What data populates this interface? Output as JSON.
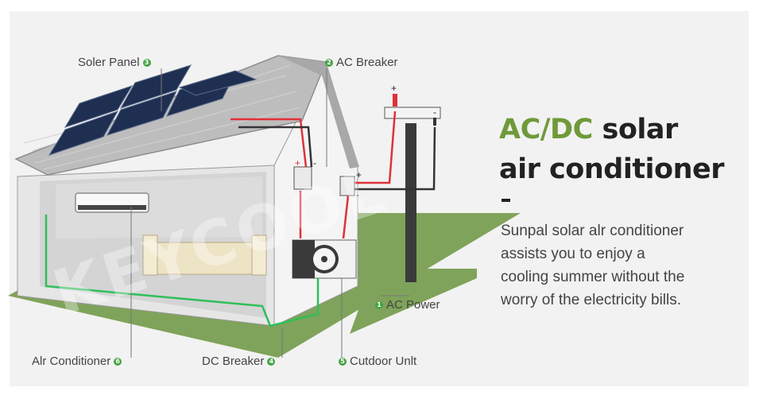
{
  "labels": {
    "solar_panel": {
      "text": "Soler Panel",
      "num": "3"
    },
    "ac_breaker": {
      "text": "AC Breaker",
      "num": "2"
    },
    "ac_power": {
      "text": "AC Power",
      "num": "1"
    },
    "air_conditioner": {
      "text": "Alr Conditioner",
      "num": "6"
    },
    "dc_breaker": {
      "text": "DC Breaker",
      "num": "4"
    },
    "outdoor_unit": {
      "text": "Cutdoor Unlt",
      "num": "5"
    }
  },
  "terminals": {
    "plus": "+",
    "minus": "-"
  },
  "headline": {
    "accent": "AC/DC",
    "rest_line1": "solar",
    "line2": "air conditioner",
    "dash": "-"
  },
  "description": [
    "Sunpal solar alr conditioner",
    "assists you to enjoy a",
    "cooling summer without the",
    "worry of the electricity bills."
  ],
  "watermark": "KEYCOOL",
  "colors": {
    "accent_green": "#6f9a3a",
    "grass": "#7fa35a",
    "dc_wire_red": "#e0313a",
    "ac_wire_green": "#2fbf5a",
    "badge_green": "#47a447"
  }
}
